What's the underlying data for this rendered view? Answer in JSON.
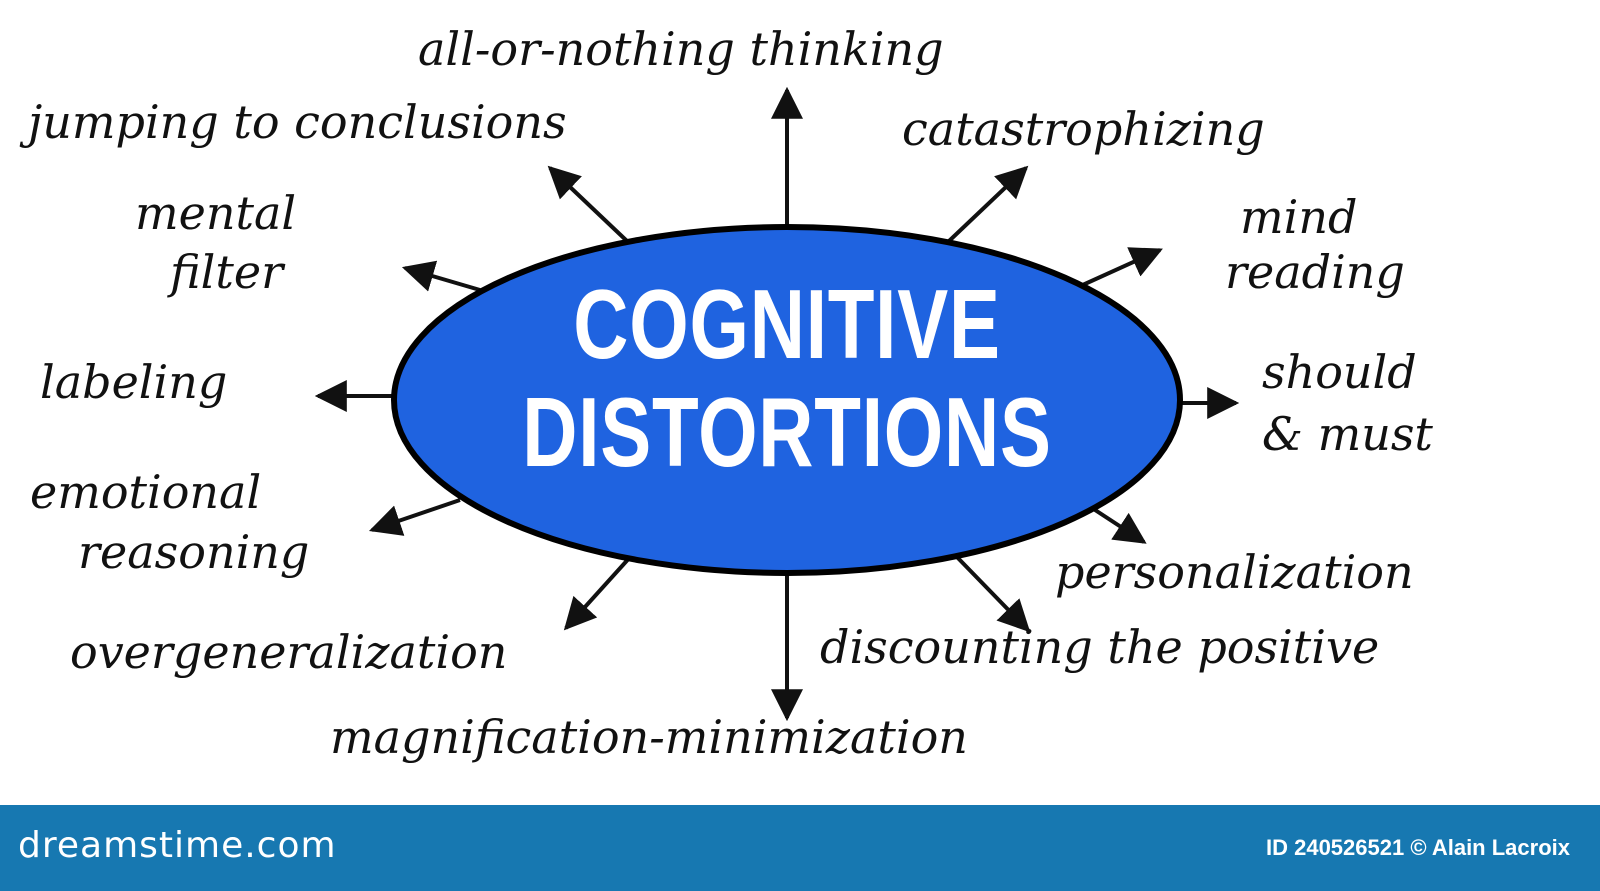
{
  "diagram": {
    "center": {
      "line1": "COGNITIVE",
      "line2": "DISTORTIONS"
    },
    "labels": {
      "all_or_nothing": "all-or-nothing thinking",
      "jumping": "jumping to conclusions",
      "catastrophizing": "catastrophizing",
      "mental_filter_1": "mental",
      "mental_filter_2": "filter",
      "mind_reading_1": "mind",
      "mind_reading_2": "reading",
      "labeling": "labeling",
      "should_1": "should",
      "should_2": "& must",
      "emotional_1": "emotional",
      "emotional_2": "reasoning",
      "personalization": "personalization",
      "overgeneralization": "overgeneralization",
      "discounting": "discounting the positive",
      "magnification": "magnification-minimization"
    },
    "colors": {
      "ellipse_fill": "#1f63e0",
      "ellipse_stroke": "#000000",
      "footer": "#1778b1"
    }
  },
  "footer": {
    "site": "dreamstime.com",
    "credit": "ID 240526521 © Alain Lacroix"
  }
}
